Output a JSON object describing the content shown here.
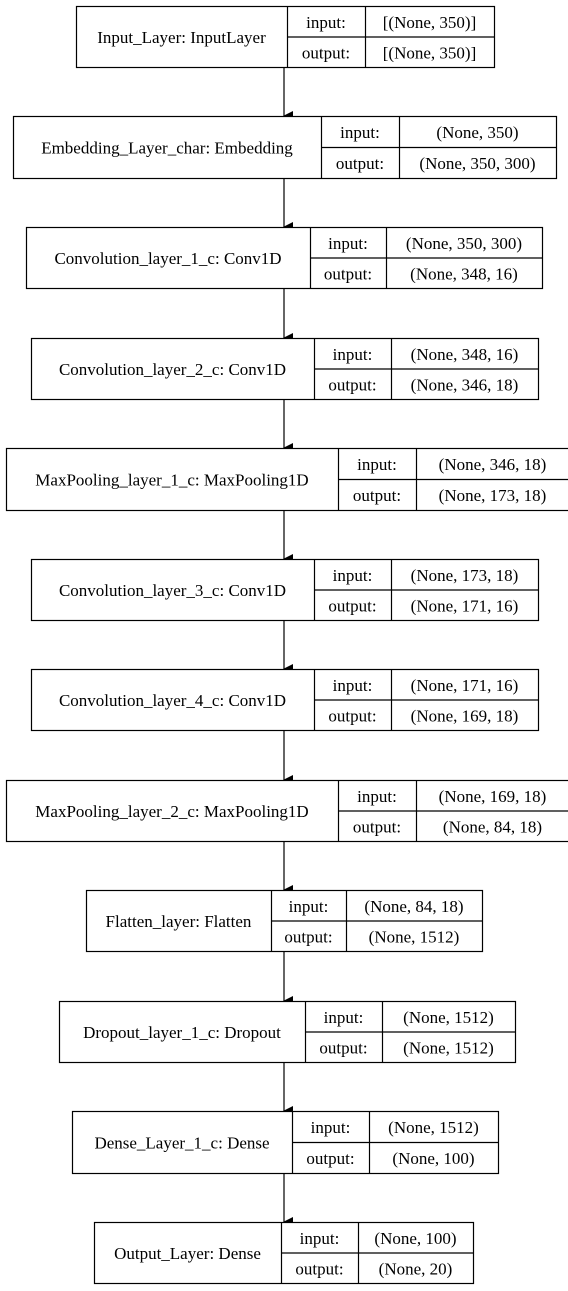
{
  "diagram": {
    "layers": [
      {
        "name": "Input_Layer: InputLayer",
        "input_label": "input:",
        "output_label": "output:",
        "input": "[(None, 350)]",
        "output": "[(None, 350)]"
      },
      {
        "name": "Embedding_Layer_char: Embedding",
        "input_label": "input:",
        "output_label": "output:",
        "input": "(None, 350)",
        "output": "(None, 350, 300)"
      },
      {
        "name": "Convolution_layer_1_c: Conv1D",
        "input_label": "input:",
        "output_label": "output:",
        "input": "(None, 350, 300)",
        "output": "(None, 348, 16)"
      },
      {
        "name": "Convolution_layer_2_c: Conv1D",
        "input_label": "input:",
        "output_label": "output:",
        "input": "(None, 348, 16)",
        "output": "(None, 346, 18)"
      },
      {
        "name": "MaxPooling_layer_1_c: MaxPooling1D",
        "input_label": "input:",
        "output_label": "output:",
        "input": "(None, 346, 18)",
        "output": "(None, 173, 18)"
      },
      {
        "name": "Convolution_layer_3_c: Conv1D",
        "input_label": "input:",
        "output_label": "output:",
        "input": "(None, 173, 18)",
        "output": "(None, 171, 16)"
      },
      {
        "name": "Convolution_layer_4_c: Conv1D",
        "input_label": "input:",
        "output_label": "output:",
        "input": "(None, 171, 16)",
        "output": "(None, 169, 18)"
      },
      {
        "name": "MaxPooling_layer_2_c: MaxPooling1D",
        "input_label": "input:",
        "output_label": "output:",
        "input": "(None, 169, 18)",
        "output": "(None, 84, 18)"
      },
      {
        "name": "Flatten_layer: Flatten",
        "input_label": "input:",
        "output_label": "output:",
        "input": "(None, 84, 18)",
        "output": "(None, 1512)"
      },
      {
        "name": "Dropout_layer_1_c: Dropout",
        "input_label": "input:",
        "output_label": "output:",
        "input": "(None, 1512)",
        "output": "(None, 1512)"
      },
      {
        "name": "Dense_Layer_1_c: Dense",
        "input_label": "input:",
        "output_label": "output:",
        "input": "(None, 1512)",
        "output": "(None, 100)"
      },
      {
        "name": "Output_Layer: Dense",
        "input_label": "input:",
        "output_label": "output:",
        "input": "(None, 100)",
        "output": "(None, 20)"
      }
    ]
  }
}
